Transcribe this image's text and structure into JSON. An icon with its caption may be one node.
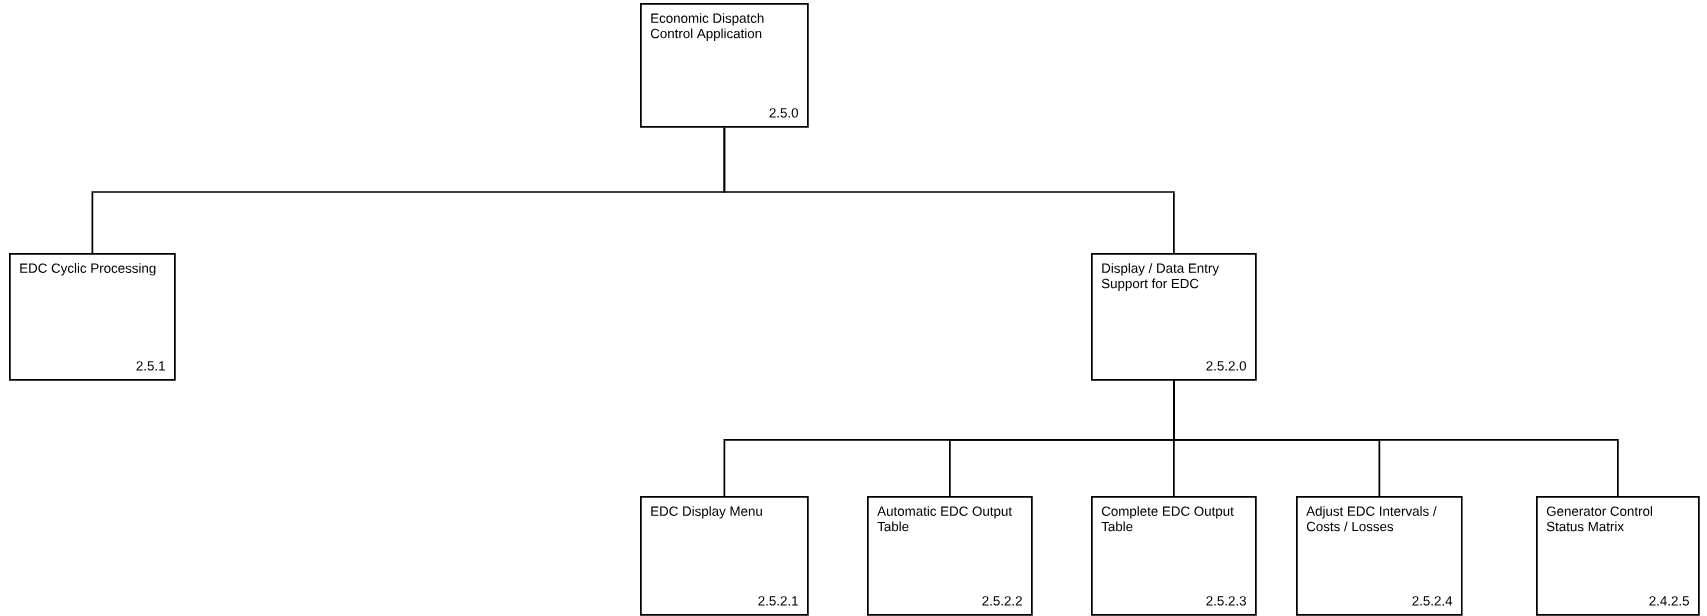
{
  "diagram": {
    "nodes": [
      {
        "text": [
          "Economic Dispatch Control Application",
          "2.5.0"
        ]
      },
      {
        "text": [
          "EDC Cyclic Processing",
          "2.5.1"
        ]
      },
      {
        "text": [
          "Display / Data Entry Support for EDC",
          "2.5.2.0"
        ]
      },
      {
        "text": [
          "EDC Display Menu",
          "2.5.2.1"
        ]
      },
      {
        "text": [
          "Automatic EDC Output Table",
          "2.5.2.2"
        ]
      },
      {
        "text": [
          "Complete EDC Output Table",
          "2.5.2.3"
        ]
      },
      {
        "text": [
          "Adjust EDC Intervals / Costs / Losses",
          "2.5.2.4"
        ]
      },
      {
        "text": [
          "Generator Control Status Matrix",
          "2.4.2.5"
        ]
      }
    ],
    "edges": [
      {
        "from": 0,
        "to": 1,
        "arrow": "none"
      },
      {
        "from": 0,
        "to": 2,
        "arrow": "none"
      },
      {
        "from": 2,
        "to": 3,
        "arrow": "none"
      },
      {
        "from": 2,
        "to": 4,
        "arrow": "none"
      },
      {
        "from": 2,
        "to": 5,
        "arrow": "none"
      },
      {
        "from": 2,
        "to": 6,
        "arrow": "none"
      },
      {
        "from": 2,
        "to": 7,
        "arrow": "none"
      }
    ]
  }
}
